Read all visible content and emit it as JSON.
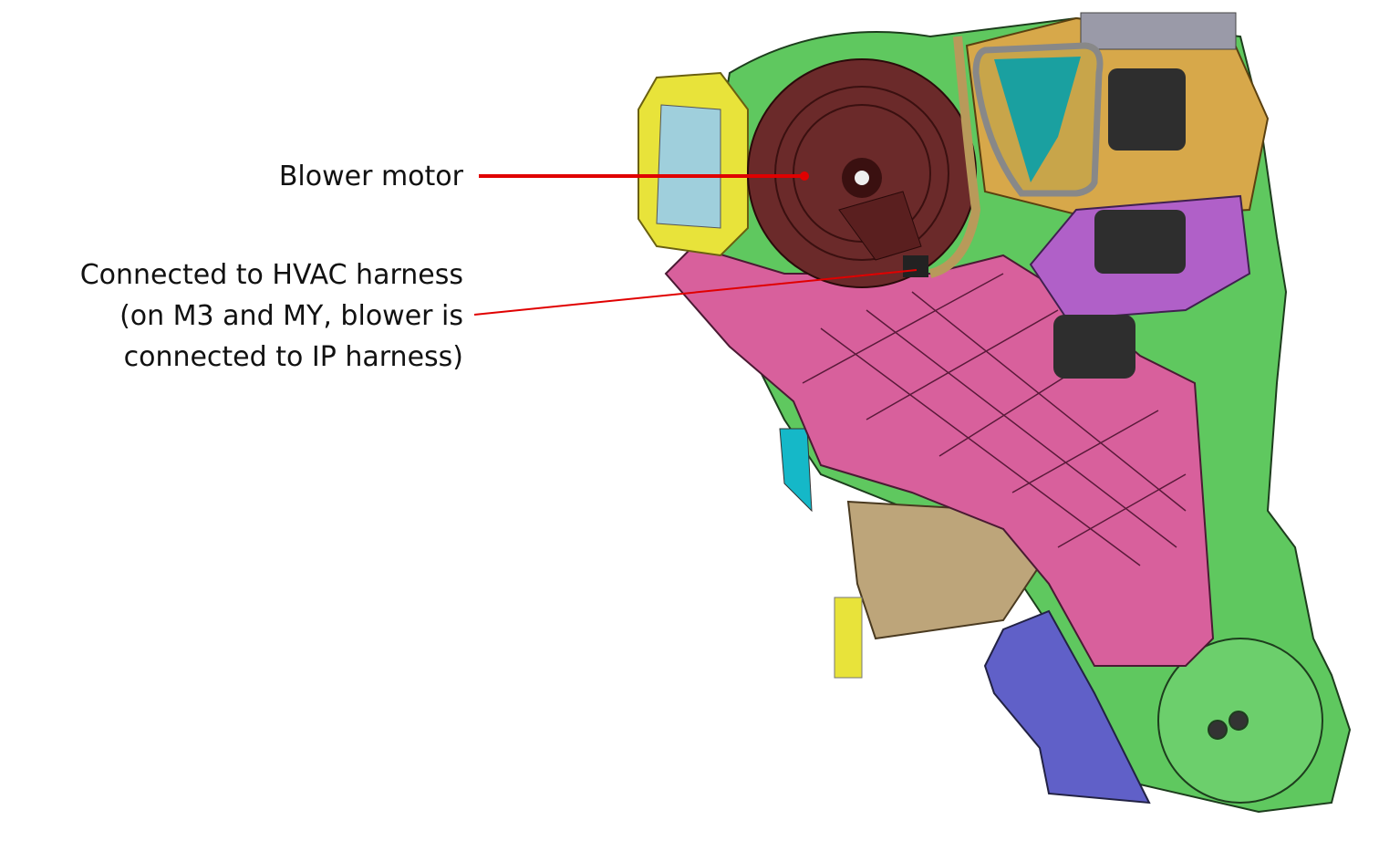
{
  "callouts": {
    "blower_motor": "Blower motor",
    "harness_lines": [
      "Connected to HVAC harness",
      "(on M3 and MY, blower is",
      "connected to IP harness)"
    ]
  },
  "colors": {
    "leader_line": "#e00000",
    "housing_green": "#5fc85f",
    "duct_pink": "#d8609c",
    "filter_yellow": "#e8e33a",
    "motor_brown": "#6b2a2a",
    "top_gold": "#d7a84a",
    "bottom_purple": "#6060c8",
    "actuator_dark": "#2e2e2e"
  }
}
